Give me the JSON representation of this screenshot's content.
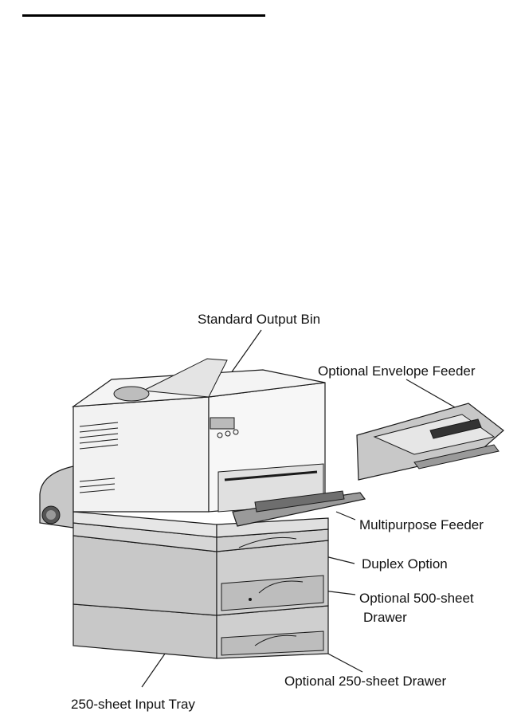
{
  "figure": {
    "callouts": {
      "standard_output_bin": "Standard Output Bin",
      "optional_envelope_feeder": "Optional Envelope Feeder",
      "multipurpose_feeder": "Multipurpose Feeder",
      "duplex_option": "Duplex Option",
      "optional_500_sheet_line1": "Optional 500-sheet",
      "optional_500_sheet_line2": "Drawer",
      "optional_250_sheet_drawer": "Optional 250-sheet Drawer",
      "input_tray_250": "250-sheet Input Tray"
    },
    "colors": {
      "body_fill": "#f2f2f2",
      "drawer_fill": "#c8c8c8",
      "line": "#1a1a1a"
    }
  }
}
